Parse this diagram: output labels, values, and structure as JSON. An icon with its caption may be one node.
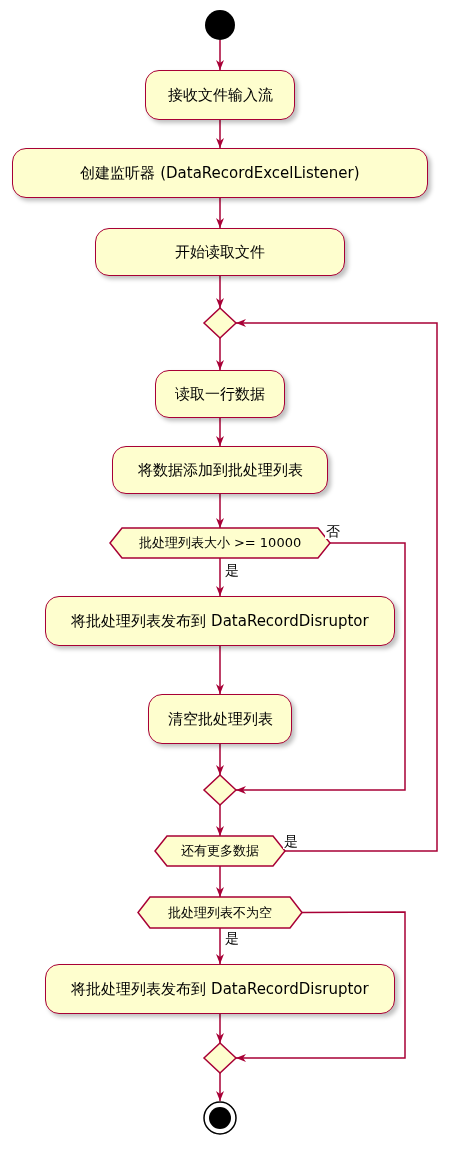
{
  "diagram": {
    "nodes": [
      {
        "text": [],
        "shape": "circle"
      },
      {
        "text": [
          "接收文件输入流"
        ]
      },
      {
        "text": [
          "创建监听器 (DataRecordExcelListener)"
        ]
      },
      {
        "text": [
          "开始读取文件"
        ]
      },
      {
        "text": [],
        "shape": "diamond"
      },
      {
        "text": [
          "读取一行数据"
        ]
      },
      {
        "text": [
          "将数据添加到批处理列表"
        ]
      },
      {
        "text": [
          "批处理列表大小 >= 10000"
        ]
      },
      {
        "text": [
          "将批处理列表发布到 DataRecordDisruptor"
        ]
      },
      {
        "text": [
          "清空批处理列表"
        ]
      },
      {
        "text": [],
        "shape": "diamond"
      },
      {
        "text": [
          "还有更多数据"
        ]
      },
      {
        "text": [
          "批处理列表不为空"
        ]
      },
      {
        "text": [
          "将批处理列表发布到 DataRecordDisruptor"
        ]
      },
      {
        "text": [],
        "shape": "diamond"
      },
      {
        "text": [],
        "shape": "bullseye"
      }
    ],
    "edges": [
      {
        "from": 0,
        "to": 1,
        "arrow": "to"
      },
      {
        "from": 1,
        "to": 2,
        "arrow": "to"
      },
      {
        "from": 2,
        "to": 3,
        "arrow": "to"
      },
      {
        "from": 3,
        "to": 4,
        "arrow": "to"
      },
      {
        "from": 4,
        "to": 5,
        "arrow": "to"
      },
      {
        "from": 5,
        "to": 6,
        "arrow": "to"
      },
      {
        "from": 6,
        "to": 7,
        "arrow": "to"
      },
      {
        "from": 7,
        "to": 8,
        "arrow": "to",
        "label": "是"
      },
      {
        "from": 7,
        "to": 10,
        "arrow": "to",
        "label": "否"
      },
      {
        "from": 8,
        "to": 9,
        "arrow": "to"
      },
      {
        "from": 9,
        "to": 10,
        "arrow": "to"
      },
      {
        "from": 10,
        "to": 11,
        "arrow": "to"
      },
      {
        "from": 11,
        "to": 4,
        "arrow": "to",
        "label": "是"
      },
      {
        "from": 11,
        "to": 12,
        "arrow": "to"
      },
      {
        "from": 12,
        "to": 13,
        "arrow": "to",
        "label": "是"
      },
      {
        "from": 12,
        "to": 14,
        "arrow": "to"
      },
      {
        "from": 13,
        "to": 14,
        "arrow": "to"
      },
      {
        "from": 14,
        "to": 15,
        "arrow": "to"
      }
    ]
  }
}
